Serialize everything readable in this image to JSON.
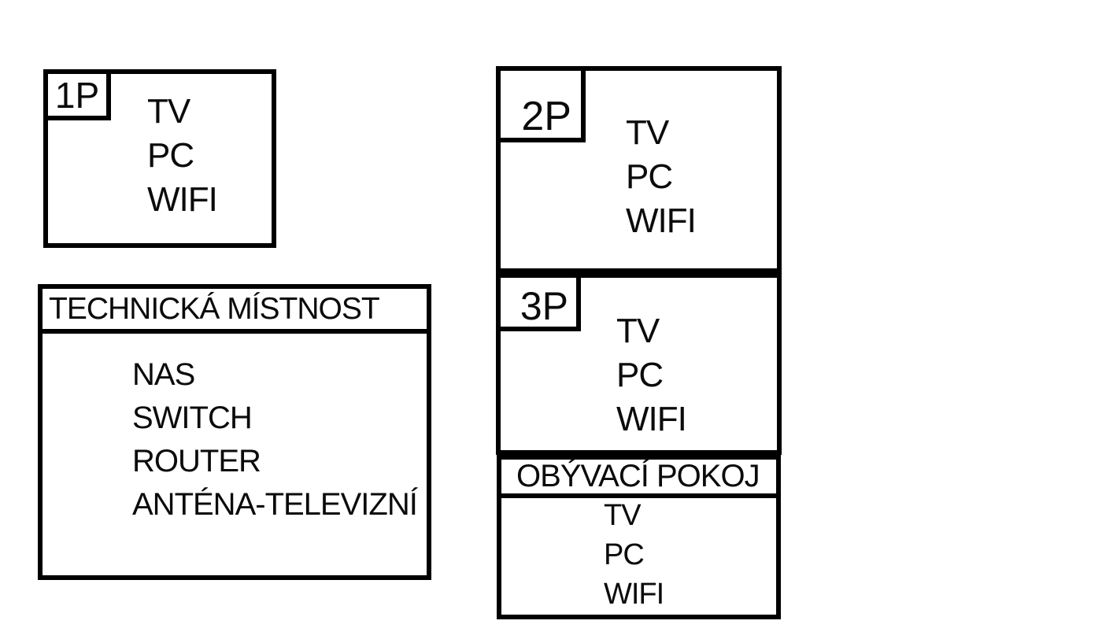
{
  "colors": {
    "background": "#ffffff",
    "stroke": "#000000"
  },
  "floor_1": {
    "label": "1P",
    "equipment": [
      "TV",
      "PC",
      "WIFI"
    ]
  },
  "floor_2": {
    "label": "2P",
    "equipment": [
      "TV",
      "PC",
      "WIFI"
    ]
  },
  "floor_3": {
    "label": "3P",
    "equipment": [
      "TV",
      "PC",
      "WIFI"
    ]
  },
  "living_room": {
    "title": "OBÝVACÍ POKOJ",
    "equipment": [
      "TV",
      "PC",
      "WIFI"
    ]
  },
  "tech_room": {
    "title": "TECHNICKÁ MÍSTNOST",
    "equipment": [
      "NAS",
      "SWITCH",
      "ROUTER",
      "ANTÉNA-TELEVIZNÍ"
    ]
  }
}
